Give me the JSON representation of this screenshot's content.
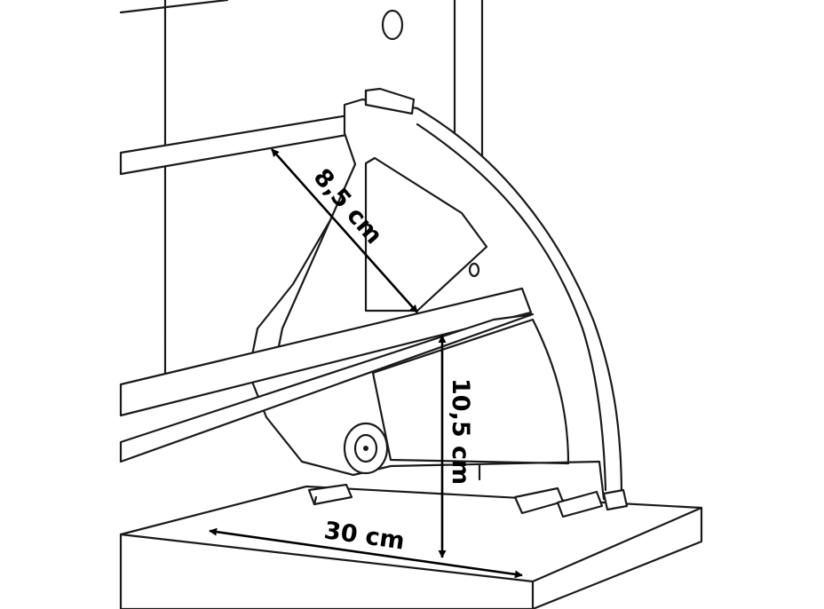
{
  "diagram": {
    "subject": "shoe cabinet tilting drawer mechanism",
    "dimensions": [
      {
        "id": "diagonal",
        "label": "8,5 cm",
        "value": 8.5,
        "unit": "cm"
      },
      {
        "id": "height",
        "label": "10,5 cm",
        "value": 10.5,
        "unit": "cm"
      },
      {
        "id": "depth",
        "label": "30 cm",
        "value": 30,
        "unit": "cm"
      }
    ],
    "colors": {
      "stroke": "#1a1a1a",
      "background": "#ffffff",
      "dimension": "#000000"
    }
  }
}
